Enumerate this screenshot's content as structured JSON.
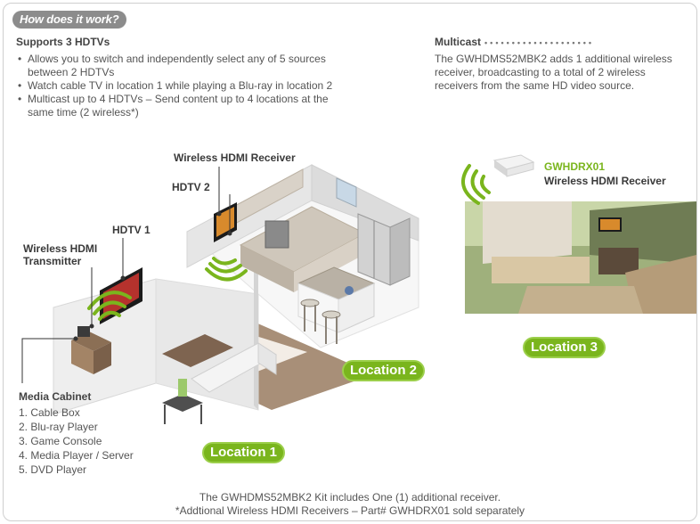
{
  "header": {
    "title": "How does it work?"
  },
  "supports": {
    "title": "Supports 3 HDTVs",
    "bullets": [
      "Allows you to switch and independently select any of 5 sources between 2 HDTVs",
      "Watch cable TV in location 1 while playing a Blu-ray in location 2",
      "Multicast up to 4 HDTVs – Send content up to 4 locations at the same time (2 wireless*)"
    ]
  },
  "multicast": {
    "title": "Multicast",
    "text": "The GWHDMS52MBK2 adds 1 additional wireless receiver, broadcasting to a total of 2 wireless receivers from the same HD video source."
  },
  "labels": {
    "receiver_top": "Wireless HDMI Receiver",
    "hdtv2": "HDTV 2",
    "hdtv1": "HDTV 1",
    "transmitter_line1": "Wireless HDMI",
    "transmitter_line2": "Transmitter",
    "gwhdrx_model": "GWHDRX01",
    "gwhdrx_name": "Wireless HDMI Receiver"
  },
  "locations": [
    "Location 1",
    "Location 2",
    "Location 3"
  ],
  "media_cabinet": {
    "title": "Media Cabinet",
    "items": [
      "1. Cable Box",
      "2. Blu-ray Player",
      "3. Game Console",
      "4. Media Player / Server",
      "5. DVD Player"
    ]
  },
  "footer": {
    "line1": "The GWHDMS52MBK2 Kit includes One (1) additional receiver.",
    "line2": "*Addtional Wireless HDMI Receivers – Part# GWHDRX01 sold separately"
  },
  "colors": {
    "accent_green": "#7ab51d",
    "header_gray": "#8c8c8c",
    "text": "#555555"
  }
}
